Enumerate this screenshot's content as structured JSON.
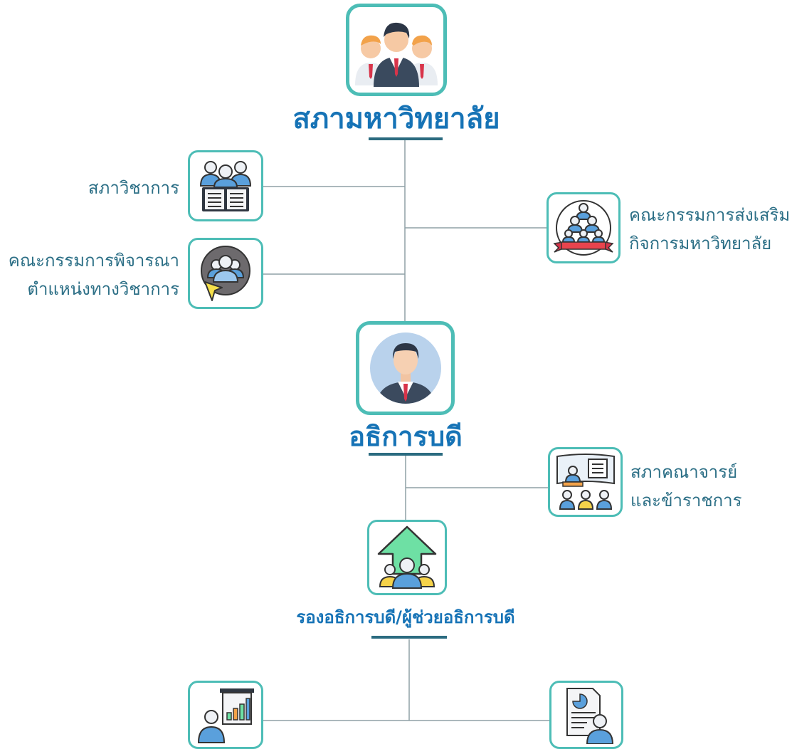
{
  "top": {
    "title": "สภามหาวิทยาลัย",
    "icon": "executive-team-icon"
  },
  "academic_council": {
    "label": "สภาวิชาการ",
    "icon": "group-reading-book-icon"
  },
  "promotion_committee": {
    "line1": "คณะกรรมการส่งเสริม",
    "line2": "กิจการมหาวิทยาลัย",
    "icon": "group-award-ribbon-icon"
  },
  "academic_position_committee": {
    "line1": "คณะกรรมการพิจารณา",
    "line2": "ตำแหน่งทางวิชาการ",
    "icon": "group-pointer-cursor-icon"
  },
  "president": {
    "title": "อธิการบดี",
    "icon": "president-avatar-icon"
  },
  "faculty_senate": {
    "line1": "สภาคณาจารย์",
    "line2": "และข้าราชการ",
    "icon": "presentation-audience-icon"
  },
  "vice_president": {
    "title": "รองอธิการบดี/ผู้ช่วยอธิการบดี",
    "icon": "growth-arrow-team-icon"
  },
  "bottom_left": {
    "icon": "presenter-bar-chart-icon"
  },
  "bottom_right": {
    "icon": "person-report-document-icon"
  },
  "colors": {
    "box_border": "#4dbdb6",
    "title": "#1673b6",
    "label": "#2c6f86",
    "underline": "#2b6b80",
    "connector": "#8fa0a6"
  }
}
